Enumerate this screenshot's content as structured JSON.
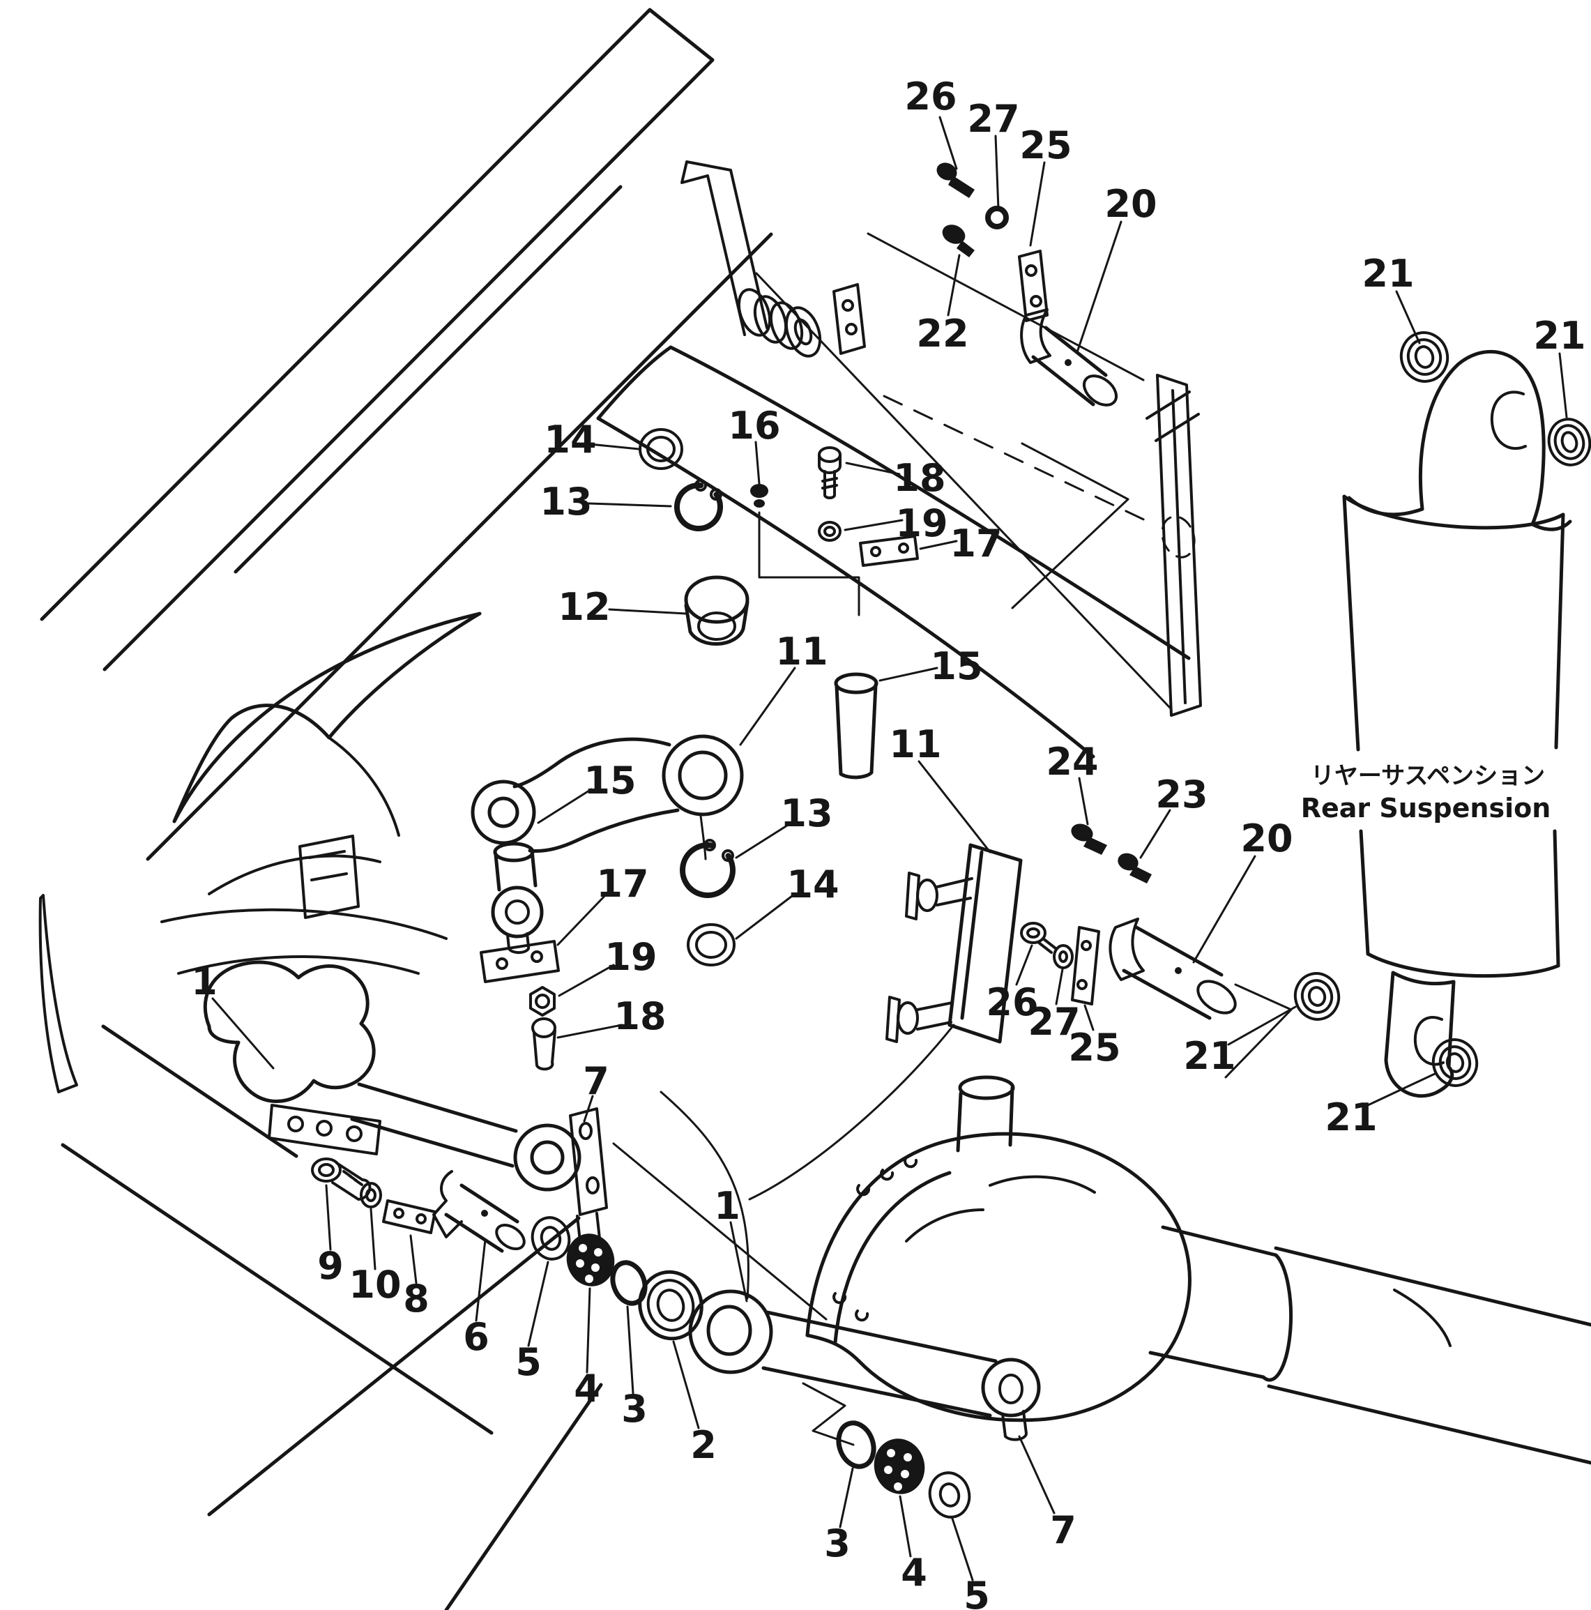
{
  "title": {
    "japanese": "リヤーサスペンション",
    "english": "Rear Suspension"
  },
  "colors": {
    "background": "#ffffff",
    "line": "#161616"
  },
  "callouts": [
    {
      "n": "26"
    },
    {
      "n": "27"
    },
    {
      "n": "25"
    },
    {
      "n": "20"
    },
    {
      "n": "21"
    },
    {
      "n": "21"
    },
    {
      "n": "22"
    },
    {
      "n": "14"
    },
    {
      "n": "16"
    },
    {
      "n": "18"
    },
    {
      "n": "13"
    },
    {
      "n": "19"
    },
    {
      "n": "17"
    },
    {
      "n": "12"
    },
    {
      "n": "11"
    },
    {
      "n": "15"
    },
    {
      "n": "15"
    },
    {
      "n": "11"
    },
    {
      "n": "24"
    },
    {
      "n": "23"
    },
    {
      "n": "20"
    },
    {
      "n": "17"
    },
    {
      "n": "19"
    },
    {
      "n": "18"
    },
    {
      "n": "13"
    },
    {
      "n": "14"
    },
    {
      "n": "26"
    },
    {
      "n": "27"
    },
    {
      "n": "25"
    },
    {
      "n": "21"
    },
    {
      "n": "21"
    },
    {
      "n": "1"
    },
    {
      "n": "7"
    },
    {
      "n": "9"
    },
    {
      "n": "10"
    },
    {
      "n": "8"
    },
    {
      "n": "6"
    },
    {
      "n": "5"
    },
    {
      "n": "4"
    },
    {
      "n": "3"
    },
    {
      "n": "2"
    },
    {
      "n": "1"
    },
    {
      "n": "3"
    },
    {
      "n": "4"
    },
    {
      "n": "5"
    },
    {
      "n": "7"
    }
  ]
}
